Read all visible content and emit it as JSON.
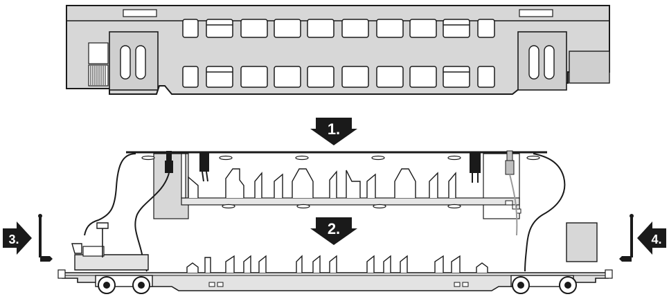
{
  "steps": {
    "step1": "1.",
    "step2": "2.",
    "step3": "3.",
    "step4": "4."
  },
  "colors": {
    "body_fill": "#d7d7d7",
    "body_shade": "#bfbfbf",
    "line": "#1a1a1a",
    "arrow": "#1a1a1a",
    "window_fill": "#ffffff"
  }
}
